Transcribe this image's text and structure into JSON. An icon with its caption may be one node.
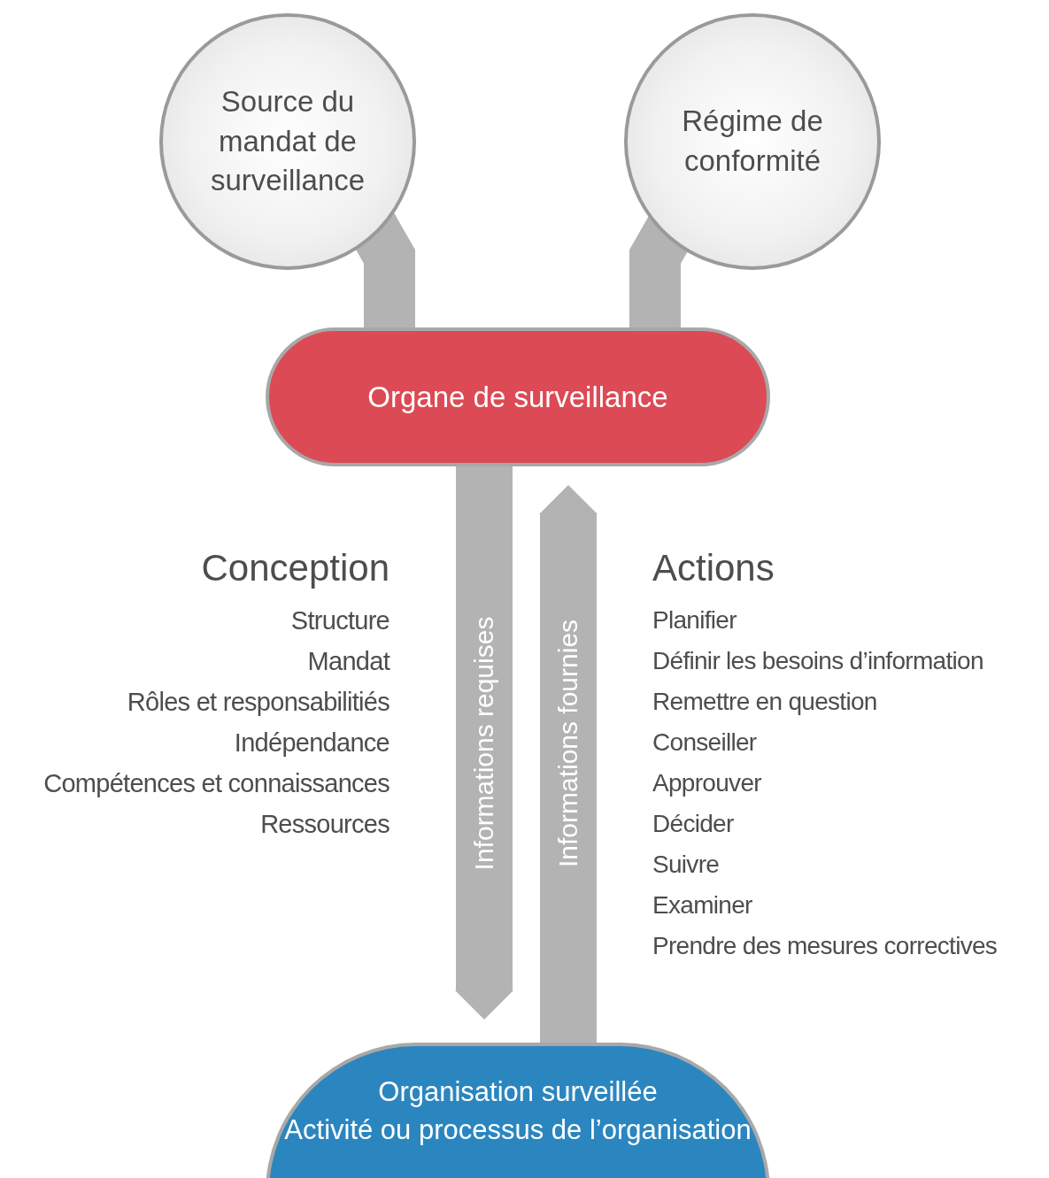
{
  "diagram": {
    "nodes": [
      {
        "text": [
          "Source du mandat de surveillance"
        ]
      },
      {
        "text": [
          "Régime de conformité"
        ]
      },
      {
        "text": [
          "Organe de surveillance"
        ]
      },
      {
        "text": [
          "Organisation surveillée",
          "Activité ou processus de l’organisation"
        ]
      }
    ],
    "edges": [
      {
        "from": 0,
        "to": 2,
        "arrow": "none"
      },
      {
        "from": 1,
        "to": 2,
        "arrow": "none"
      },
      {
        "from": 2,
        "to": 3,
        "arrow": "to",
        "label": "Informations requises"
      },
      {
        "from": 3,
        "to": 2,
        "arrow": "to",
        "label": "Informations fournies"
      }
    ],
    "labels": [
      "Conception",
      "Structure",
      "Mandat",
      "Rôles et responsabilitiés",
      "Indépendance",
      "Compétences et connaissances",
      "Ressources",
      "Actions",
      "Planifier",
      "Définir les besoins d’information",
      "Remettre en question",
      "Conseiller",
      "Approuver",
      "Décider",
      "Suivre",
      "Examiner",
      "Prendre des mesures correctives"
    ]
  }
}
